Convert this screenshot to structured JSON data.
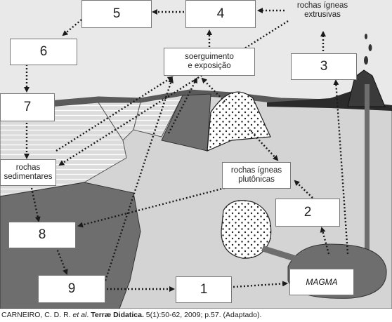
{
  "boxes": {
    "b1": "1",
    "b2": "2",
    "b3": "3",
    "b4": "4",
    "b5": "5",
    "b6": "6",
    "b7": "7",
    "b8": "8",
    "b9": "9"
  },
  "labels": {
    "uplift": "soerguimento\ne exposição",
    "extrusive": "rochas ígneas\nextrusivas",
    "sedimentary": "rochas\nsedimentares",
    "plutonic": "rochas ígneas\nplutônicas",
    "magma": "MAGMA"
  },
  "caption": {
    "author": "CARNEIRO, C. D. R. ",
    "etal": "et al",
    "dot": ". ",
    "journal": "Terræ Didatica.",
    "ref": " 5(1):50-62, 2009; p.57. (Adaptado)."
  },
  "colors": {
    "sky": "#e9e9e9",
    "crust": "#d4d4d4",
    "dark_rock": "#6e6e6e",
    "lava": "#2b2b2b",
    "arrow": "#1a1a1a"
  }
}
